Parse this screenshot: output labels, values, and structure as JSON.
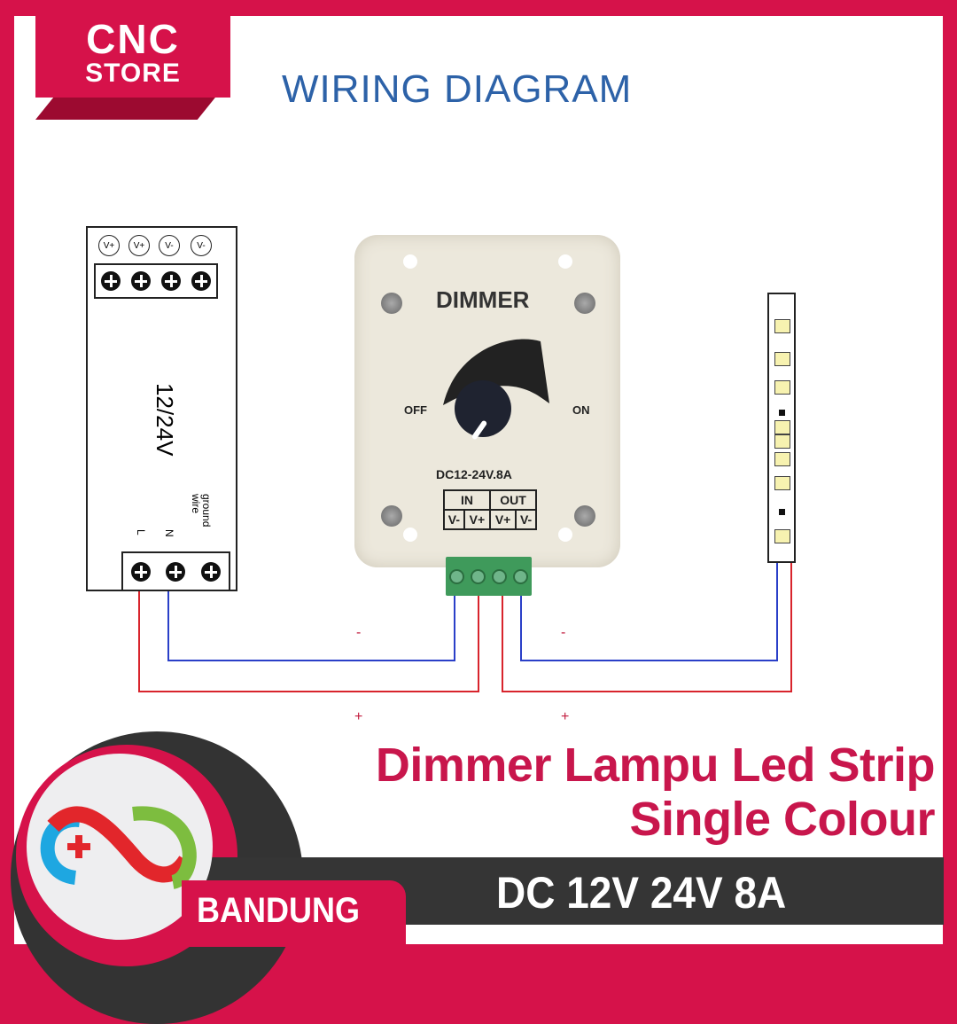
{
  "brand": {
    "line1": "CNC",
    "line2": "STORE"
  },
  "heading": "WIRING DIAGRAM",
  "power_supply": {
    "outputs": [
      "V+",
      "V+",
      "V-",
      "V-"
    ],
    "voltage": "12/24V",
    "inputs": [
      "L",
      "N",
      "ground wire"
    ]
  },
  "dimmer": {
    "title": "DIMMER",
    "off": "OFF",
    "on": "ON",
    "rating": "DC12-24V.8A",
    "in_label": "IN",
    "out_label": "OUT",
    "terminals": [
      "V-",
      "V+",
      "V+",
      "V-"
    ]
  },
  "wire_labels": {
    "minus": "-",
    "plus": "+"
  },
  "wire_colors": {
    "positive": "#d8242c",
    "negative": "#2a3fc8"
  },
  "product": {
    "line1": "Dimmer Lampu Led Strip",
    "line2": "Single Colour",
    "spec": "DC 12V 24V 8A",
    "city": "BANDUNG"
  },
  "colors": {
    "brand": "#d6124a",
    "dark": "#353535",
    "title_blue": "#2d62a8"
  }
}
